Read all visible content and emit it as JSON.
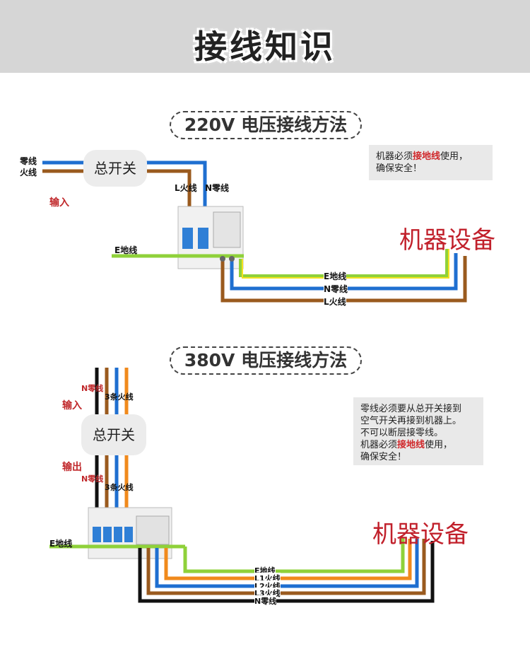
{
  "header": {
    "title": "接线知识"
  },
  "section220": {
    "title": "220V 电压接线方法",
    "switch_label": "总开关",
    "wire_neutral": "零线",
    "wire_live": "火线",
    "input_label": "输入",
    "l_live": "L火线",
    "n_neutral": "N零线",
    "e_ground": "E地线",
    "machine": "机器设备",
    "out_e": "E地线",
    "out_n": "N零线",
    "out_l": "L火线",
    "note_pre": "机器必须",
    "note_red": "接地线",
    "note_post": "使用，",
    "note_line2": "确保安全！"
  },
  "section380": {
    "title": "380V 电压接线方法",
    "switch_label": "总开关",
    "n_top": "N零线",
    "three_live_top": "3条火线",
    "input_label": "输入",
    "output_label": "输出",
    "n_bottom": "N零线",
    "three_live_bottom": "3条火线",
    "e_ground": "E地线",
    "machine": "机器设备",
    "out_e": "E地线",
    "out_l1": "L1火线",
    "out_l2": "L2火线",
    "out_l3": "L3火线",
    "out_n": "N零线",
    "note_line1": "零线必须要从总开关接到",
    "note_line2": "空气开关再接到机器上。",
    "note_line3": "不可以断层接零线。",
    "note_pre": "机器必须",
    "note_red": "接地线",
    "note_post": "使用，",
    "note_line5": "确保安全！"
  },
  "colors": {
    "blue": "#1f6fd0",
    "brown": "#9a5a1e",
    "green": "#8fd13a",
    "yellow": "#f2e21e",
    "orange": "#f08a1c",
    "black": "#111111",
    "red": "#c1202b"
  }
}
